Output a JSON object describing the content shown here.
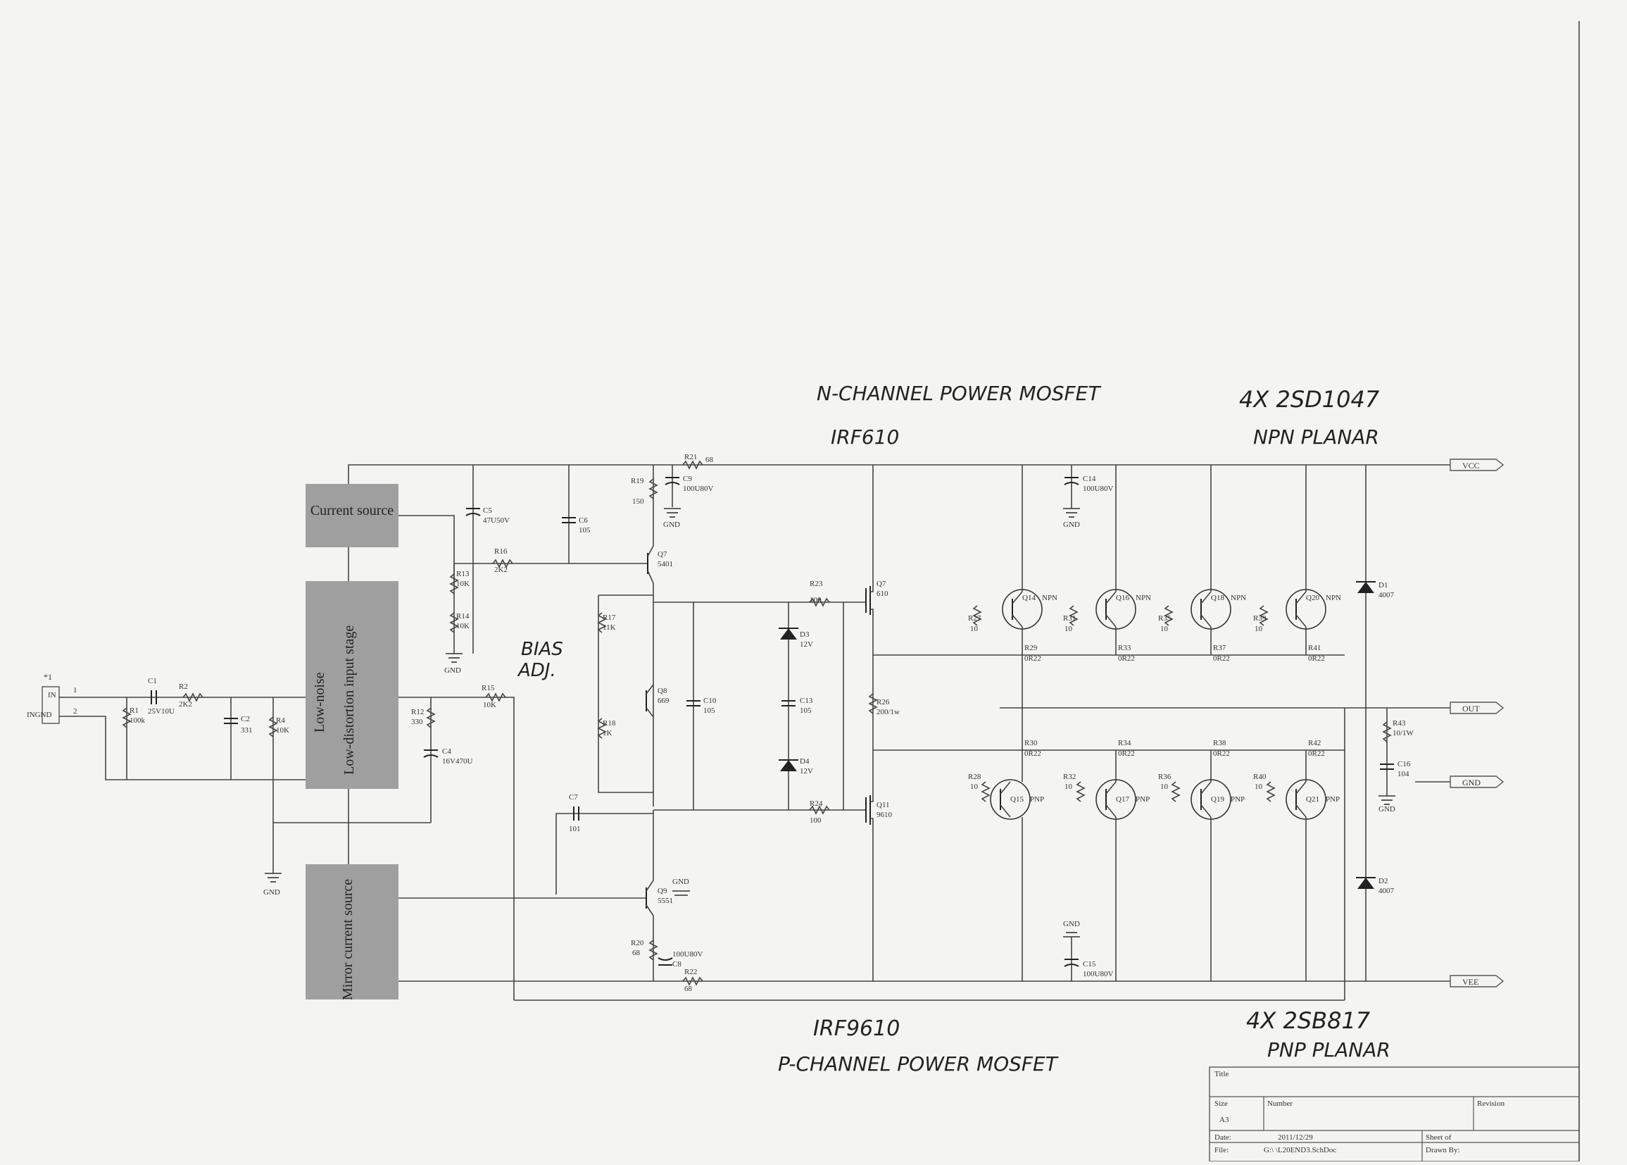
{
  "blocks": {
    "current_source": "Current source",
    "low_noise": "Low-noise",
    "low_distortion": "Low-distortion input stage",
    "mirror": "Mirror current source"
  },
  "handwritten": {
    "n_channel": "N-CHANNEL POWER MOSFET",
    "irf610": "IRF610",
    "npn_count": "4X 2SD1047",
    "npn_planar": "NPN PLANAR",
    "bias_adj_1": "BIAS",
    "bias_adj_2": "ADJ.",
    "irf9610": "IRF9610",
    "p_channel": "P-CHANNEL POWER MOSFET",
    "pnp_count": "4X 2SB817",
    "pnp_planar": "PNP PLANAR"
  },
  "ports": {
    "vcc": "VCC",
    "out": "OUT",
    "gnd": "GND",
    "vee": "VEE"
  },
  "input": {
    "ref": "*1",
    "in": "IN",
    "ingnd": "INGND",
    "pin1": "1",
    "pin2": "2"
  },
  "parts": {
    "c1": "C1",
    "c1v": "25V10U",
    "r1": "R1",
    "r1v": "100k",
    "r2": "R2",
    "r2v": "2K2",
    "c2": "C2",
    "c2v": "331",
    "r4": "R4",
    "r4v": "10K",
    "r12": "R12",
    "r12v": "330",
    "c4": "C4",
    "c4v": "16V470U",
    "r15": "R15",
    "r15v": "10K",
    "gnd_a": "GND",
    "c5": "C5",
    "c5v": "47U50V",
    "r16": "R16",
    "r16v": "2K2",
    "r13": "R13",
    "r13v": "10K",
    "r14": "R14",
    "r14v": "10K",
    "gnd_b": "GND",
    "c6": "C6",
    "c6v": "105",
    "r19": "R19",
    "r19v": "150",
    "r21": "R21",
    "r21v": "68",
    "c9": "C9",
    "c9v": "100U80V",
    "gnd_c": "GND",
    "q7": "Q7",
    "q7v": "5401",
    "r17": "R17",
    "r17v": "11K",
    "r18": "R18",
    "r18v": "1K",
    "q8": "Q8",
    "q8v": "669",
    "c10": "C10",
    "c10v": "105",
    "c7": "C7",
    "c7v": "101",
    "q9": "Q9",
    "q9v": "5551",
    "gnd_d": "GND",
    "r20": "R20",
    "r20v": "68",
    "c8": "C8",
    "c8v": "100U80V",
    "r22": "R22",
    "r22v": "68",
    "r23": "R23",
    "r23v": "100",
    "q7b": "Q7",
    "q7bv": "610",
    "d3": "D3",
    "d3v": "12V",
    "c13": "C13",
    "c13v": "105",
    "d4": "D4",
    "d4v": "12V",
    "r26": "R26",
    "r26v": "200/1w",
    "r24": "R24",
    "r24v": "100",
    "q11": "Q11",
    "q11v": "9610",
    "c14": "C14",
    "c14v": "100U80V",
    "gnd_e": "GND",
    "c15": "C15",
    "c15v": "100U80V",
    "gnd_f": "GND",
    "q14": "Q14",
    "q16": "Q16",
    "q18": "Q18",
    "q20": "Q20",
    "npn": "NPN",
    "q15": "Q15",
    "q17": "Q17",
    "q19": "Q19",
    "q21": "Q21",
    "pnp": "PNP",
    "r27": "R27",
    "r31": "R31",
    "r35": "R35",
    "r39": "R39",
    "r28": "R28",
    "r32": "R32",
    "r36": "R36",
    "r40": "R40",
    "ten": "10",
    "r29": "R29",
    "r33": "R33",
    "r37": "R37",
    "r41": "R41",
    "r30": "R30",
    "r34": "R34",
    "r38": "R38",
    "r42": "R42",
    "or22": "0R22",
    "d1": "D1",
    "d1v": "4007",
    "d2": "D2",
    "d2v": "4007",
    "r43": "R43",
    "r43v": "10/1W",
    "c16": "C16",
    "c16v": "104",
    "gnd_g": "GND"
  },
  "titleblock": {
    "title": "Title",
    "size": "Size",
    "size_val": "A3",
    "number": "Number",
    "revision": "Revision",
    "date": "Date:",
    "date_val": "2011/12/29",
    "sheet": "Sheet   of",
    "file": "File:",
    "file_val": "G:\\          \\L20END3.SchDoc",
    "drawn": "Drawn By:"
  }
}
